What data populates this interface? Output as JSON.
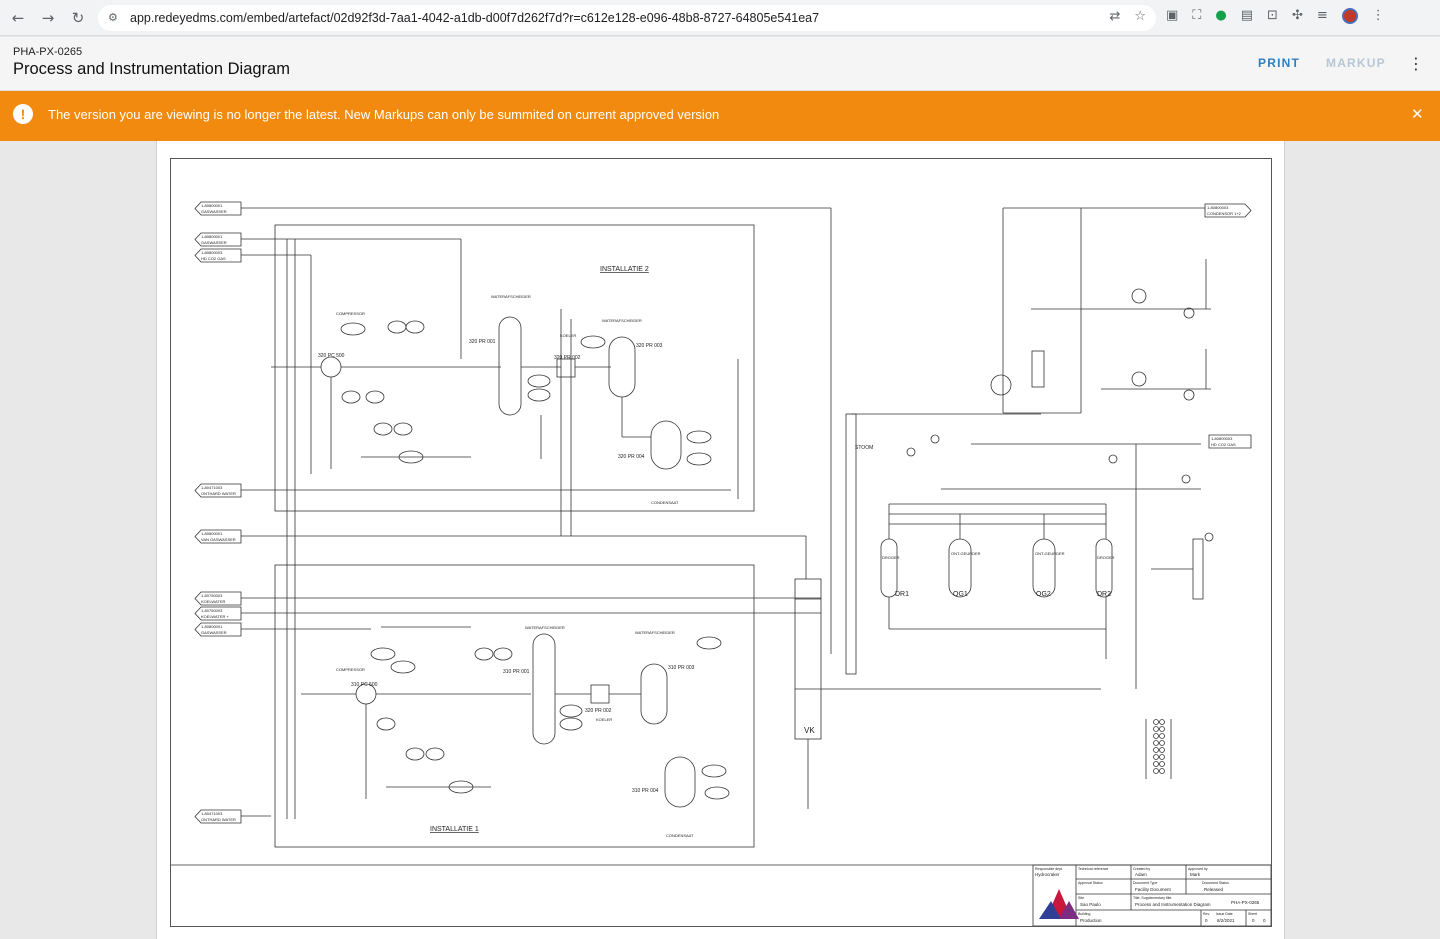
{
  "browser": {
    "url": "app.redeyedms.com/embed/artefact/02d92f3d-7aa1-4042-a1db-d00f7d262f7d?r=c612e128-e096-48b8-8727-64805e541ea7"
  },
  "header": {
    "doc_code": "PHA-PX-0265",
    "doc_title": "Process and Instrumentation Diagram",
    "print_label": "PRINT",
    "markup_label": "MARKUP"
  },
  "banner": {
    "message": "The version you are viewing is no longer the latest. New Markups can only be summited on current approved version",
    "color": "#f18a0e"
  },
  "diagram": {
    "installatie_2": "INSTALLATIE 2",
    "installatie_1": "INSTALLATIE 1",
    "compressor": "COMPRESSOR",
    "waterafscheider": "WATERAFSCHEIDER",
    "koeler": "KOELER",
    "condensaat": "CONDENSAAT",
    "tag_320_pc_500": "320 PC 500",
    "tag_320_pr_001": "320 PR 001",
    "tag_320_pr_002": "320 PR 002",
    "tag_320_pr_003": "320 PR 003",
    "tag_320_pr_004": "320 PR 004",
    "tag_310_pc_500": "310 PC 500",
    "tag_310_pr_001": "310 PR 001",
    "tag_320_pr_002b": "320 PR 002",
    "tag_310_pr_003": "310 PR 003",
    "tag_310_pr_004": "310 PR 004",
    "stoom": "STOOM",
    "vk": "VK",
    "dr1": "DR1",
    "og1": "OG1",
    "og2": "OG2",
    "dr2": "DR2",
    "droger": "DROGER",
    "ontgeurder": "ONT-GEURDER",
    "offpage": [
      {
        "code": "1-80800001",
        "name": "GASWASSER"
      },
      {
        "code": "1-80800001",
        "name": "GASWASSER"
      },
      {
        "code": "1-80800003",
        "name": "HD CO2 GAS"
      },
      {
        "code": "1-80471003",
        "name": "ONTHARD WATER"
      },
      {
        "code": "1-80800001",
        "name": "VAN GASWASSER"
      },
      {
        "code": "1-80750003",
        "name": "KOELWATER"
      },
      {
        "code": "1-80750003",
        "name": "KOELWATER +"
      },
      {
        "code": "1-80800001",
        "name": "GASWASSER"
      },
      {
        "code": "1-80471003",
        "name": "ONTHARD WATER"
      },
      {
        "code": "1-80800003",
        "name": "CONDENSOR 1+2"
      },
      {
        "code": "1-80800003",
        "name": "HD CO2 GAS"
      }
    ]
  },
  "titleblock": {
    "responsible_dept_label": "Responsible dept.",
    "responsible_dept": "Hydrocraker",
    "technical_ref_label": "Technical reference",
    "created_by_label": "Created by",
    "created_by": "Adam",
    "approved_by_label": "Approved by",
    "approved_by": "Mark",
    "approval_status_label": "Approval Status",
    "document_type_label": "Document Type",
    "document_type": "Facility Document",
    "document_status_label": "Document Status",
    "document_status": "Released",
    "site_label": "Site",
    "site": "Sao Paulo",
    "title_label": "Title, Supplementary title",
    "title": "Process and Instrumentation Diagram",
    "doc_no": "PHA-PX-0265",
    "building_label": "Building",
    "building": "Production",
    "rev_label": "Rev.",
    "rev": "0",
    "issue_date_label": "Issue Date",
    "issue_date": "8/2/2021",
    "sheet_label": "Sheet",
    "sheet": "0",
    "sheet_of": "0"
  }
}
